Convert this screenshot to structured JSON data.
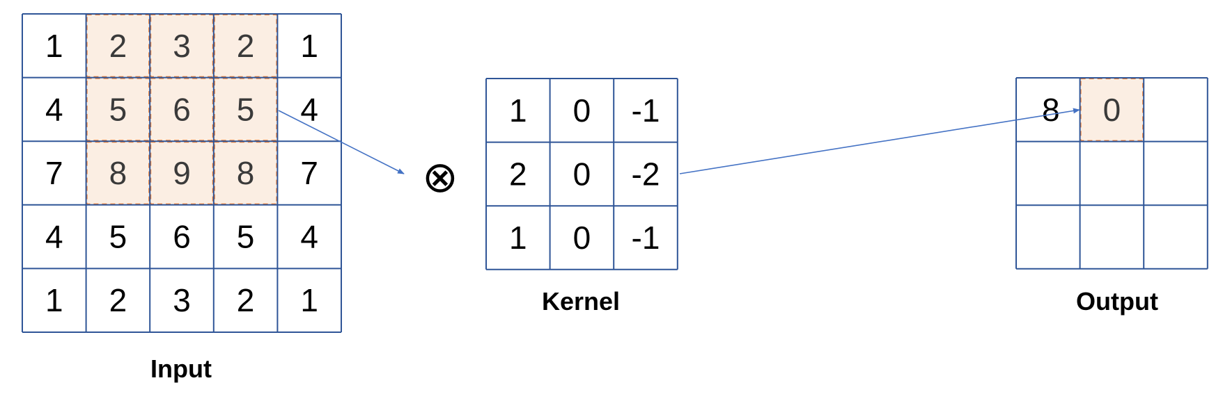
{
  "input": {
    "label": "Input",
    "cells": [
      [
        "1",
        "2",
        "3",
        "2",
        "1"
      ],
      [
        "4",
        "5",
        "6",
        "5",
        "4"
      ],
      [
        "7",
        "8",
        "9",
        "8",
        "7"
      ],
      [
        "4",
        "5",
        "6",
        "5",
        "4"
      ],
      [
        "1",
        "2",
        "3",
        "2",
        "1"
      ]
    ],
    "highlight": {
      "rows": [
        0,
        1,
        2
      ],
      "cols": [
        1,
        2,
        3
      ]
    }
  },
  "operator": {
    "symbol": "⊗"
  },
  "kernel": {
    "label": "Kernel",
    "cells": [
      [
        "1",
        "0",
        "-1"
      ],
      [
        "2",
        "0",
        "-2"
      ],
      [
        "1",
        "0",
        "-1"
      ]
    ]
  },
  "output": {
    "label": "Output",
    "cells": [
      [
        "8",
        "0",
        ""
      ],
      [
        "",
        "",
        ""
      ],
      [
        "",
        "",
        ""
      ]
    ],
    "highlight": {
      "row": 0,
      "col": 1
    }
  },
  "colors": {
    "grid": "#2f5597",
    "highlight_fill": "#fbeee3",
    "highlight_border": "#ed7d31",
    "arrow": "#4472c4"
  }
}
